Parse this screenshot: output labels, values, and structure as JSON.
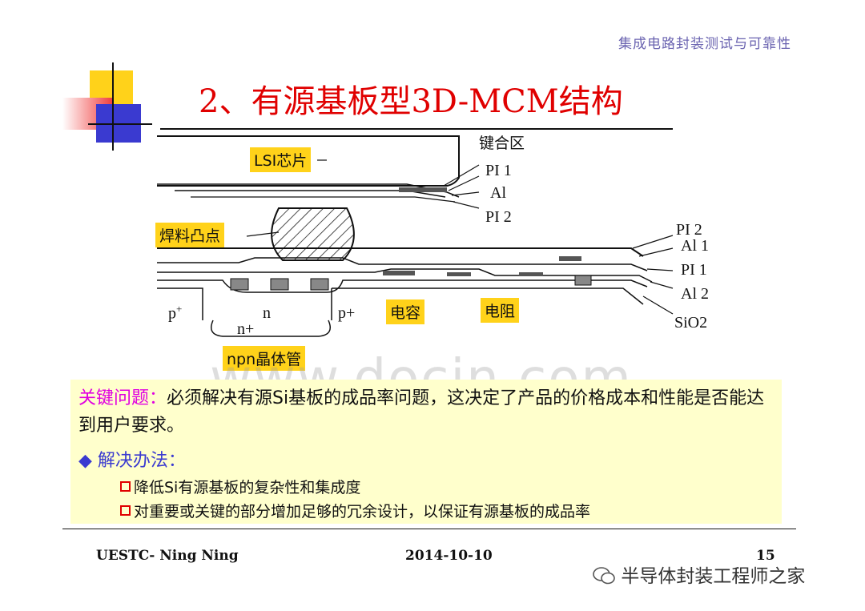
{
  "header": {
    "course_title": "集成电路封装测试与可靠性"
  },
  "slide": {
    "title": "2、有源基板型3D-MCM结构"
  },
  "diagram": {
    "labels": {
      "bond_area": "键合区",
      "pi1_top": "PI 1",
      "al_top": "Al",
      "pi2_top": "PI 2",
      "pi2_right": "PI 2",
      "al1_right": "Al 1",
      "pi1_right": "PI 1",
      "al2_right": "Al 2",
      "sio2": "SiO2",
      "p_left": "p",
      "plus": "+",
      "n": "n",
      "p_right": "p+",
      "n_plus": "n+"
    },
    "tags": {
      "lsi_chip": "LSI芯片",
      "solder_bump": "焊料凸点",
      "capacitor": "电容",
      "resistor": "电阻",
      "npn": "npn晶体管"
    }
  },
  "key_issue": {
    "label": "关键问题：",
    "text": "必须解决有源Si基板的成品率问题，这决定了产品的价格成本和性能是否能达到用户要求。"
  },
  "solution": {
    "bullet": "◆",
    "label": "解决办法：",
    "items": [
      "降低Si有源基板的复杂性和集成度",
      "对重要或关键的部分增加足够的冗余设计，以保证有源基板的成品率"
    ]
  },
  "footer": {
    "author": "UESTC- Ning Ning",
    "date": "2014-10-10",
    "page": "15"
  },
  "watermark": "www.docin.com",
  "wechat_source": "半导体封装工程师之家",
  "colors": {
    "title_red": "#e00000",
    "keyword_magenta": "#e000e0",
    "solution_blue": "#3a3ad0",
    "panel_yellow": "#ffffcc",
    "tag_yellow": "#ffd21a"
  }
}
